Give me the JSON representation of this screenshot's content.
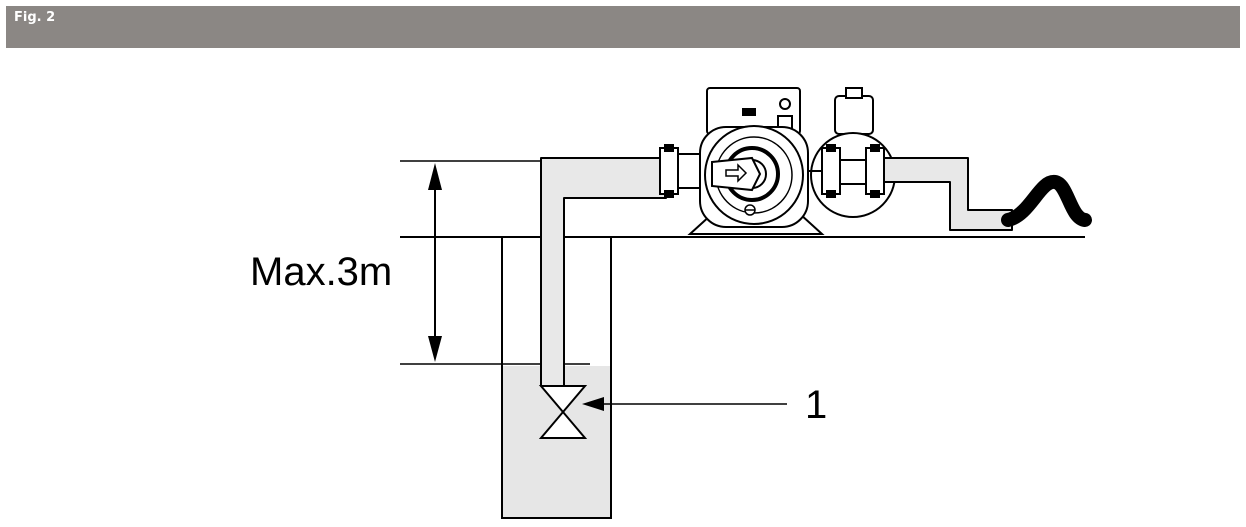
{
  "header": {
    "figure_label": "Fig. 2"
  },
  "diagram": {
    "height_label": "Max.3m",
    "callout_label": "1",
    "colors": {
      "water": "#e6e6e6",
      "pipe_fill": "#e8e8e8",
      "stroke": "#000000",
      "bar": "#8b8784"
    }
  },
  "icons": [
    "arrow-right-icon",
    "foot-valve-icon",
    "pump-icon",
    "pressure-switch-icon"
  ]
}
